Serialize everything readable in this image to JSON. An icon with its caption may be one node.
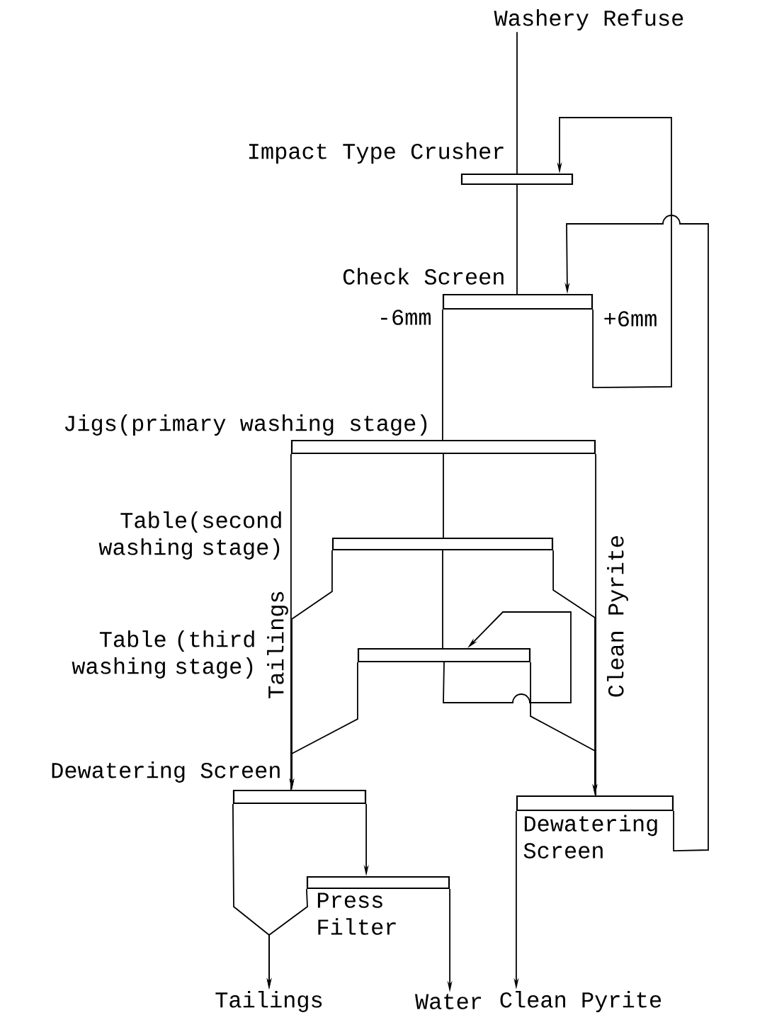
{
  "diagram": {
    "nodes": [
      {
        "text": [
          "Washery Refuse"
        ]
      },
      {
        "text": [
          "Impact Type Crusher"
        ]
      },
      {
        "text": [
          "Check Screen"
        ]
      },
      {
        "text": [
          "Jigs(primary washing stage)"
        ]
      },
      {
        "text": [
          "Table(second washing stage)"
        ]
      },
      {
        "text": [
          "Table (third washing stage)"
        ]
      },
      {
        "text": [
          "Dewatering Screen"
        ]
      },
      {
        "text": [
          "Dewatering Screen"
        ]
      },
      {
        "text": [
          "Press Filter"
        ]
      },
      {
        "text": [
          "Tailings"
        ]
      },
      {
        "text": [
          "Water"
        ]
      },
      {
        "text": [
          "Clean Pyrite"
        ]
      }
    ],
    "edges": [
      {
        "from": 0,
        "to": 1,
        "arrow": "none"
      },
      {
        "from": 1,
        "to": 2,
        "arrow": "none"
      },
      {
        "from": 2,
        "to": 1,
        "arrow": "to",
        "label": "+6mm"
      },
      {
        "from": 2,
        "to": 3,
        "arrow": "none",
        "label": "-6mm"
      },
      {
        "from": 3,
        "to": 4,
        "arrow": "none"
      },
      {
        "from": 3,
        "to": 6,
        "arrow": "none",
        "label": "Tailings"
      },
      {
        "from": 3,
        "to": 7,
        "arrow": "none",
        "label": "Clean Pyrite"
      },
      {
        "from": 4,
        "to": 5,
        "arrow": "none"
      },
      {
        "from": 4,
        "to": 6,
        "arrow": "to"
      },
      {
        "from": 4,
        "to": 7,
        "arrow": "to"
      },
      {
        "from": 5,
        "to": 5,
        "arrow": "to"
      },
      {
        "from": 5,
        "to": 6,
        "arrow": "to"
      },
      {
        "from": 5,
        "to": 7,
        "arrow": "to"
      },
      {
        "from": 6,
        "to": 8,
        "arrow": "to"
      },
      {
        "from": 6,
        "to": 9,
        "arrow": "to"
      },
      {
        "from": 8,
        "to": 9,
        "arrow": "to"
      },
      {
        "from": 8,
        "to": 10,
        "arrow": "to"
      },
      {
        "from": 7,
        "to": 11,
        "arrow": "to"
      },
      {
        "from": 7,
        "to": 2,
        "arrow": "to"
      }
    ]
  }
}
